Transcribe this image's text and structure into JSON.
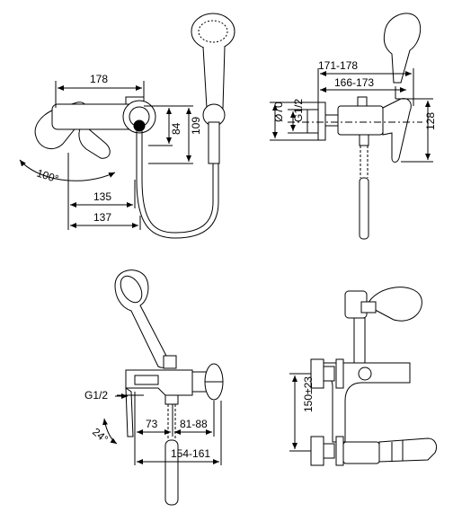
{
  "views": {
    "front_top": {
      "width_label": "178",
      "height_inner_label": "84",
      "height_outer_label": "109",
      "angle_label": "100°",
      "depth_short_label": "135",
      "depth_long_label": "137"
    },
    "side_top": {
      "range_outer_label": "171-178",
      "range_inner_label": "166-173",
      "diameter_label": "Ø70",
      "thread_label": "G1/2",
      "height_label": "128"
    },
    "side_bottom": {
      "thread_label": "G1/2",
      "angle_label": "24°",
      "offset_label": "73",
      "range_label": "81-88",
      "total_range_label": "154-161"
    },
    "rear_bottom": {
      "center_distance_label": "150±23"
    }
  }
}
